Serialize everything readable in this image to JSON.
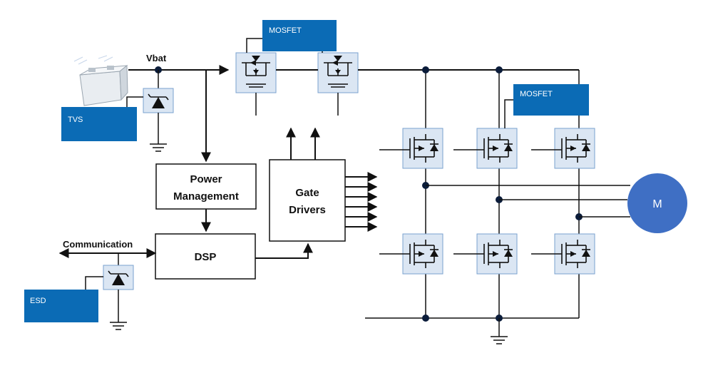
{
  "colors": {
    "callout": "#0b6bb5",
    "motor": "#3f6fc4",
    "component_bg": "#dbe6f3",
    "wire": "#111111"
  },
  "labels": {
    "vbat": "Vbat",
    "power_management_line1": "Power",
    "power_management_line2": "Management",
    "dsp": "DSP",
    "gate_drivers_line1": "Gate",
    "gate_drivers_line2": "Drivers",
    "communication": "Communication",
    "motor": "M"
  },
  "callouts": {
    "tvs": "TVS",
    "esd": "ESD",
    "mosfet_top": "MOSFET",
    "mosfet_right": "MOSFET"
  },
  "icons": [
    "battery-icon",
    "tvs-diode-icon",
    "mosfet-icon",
    "ground-icon",
    "motor-icon"
  ]
}
